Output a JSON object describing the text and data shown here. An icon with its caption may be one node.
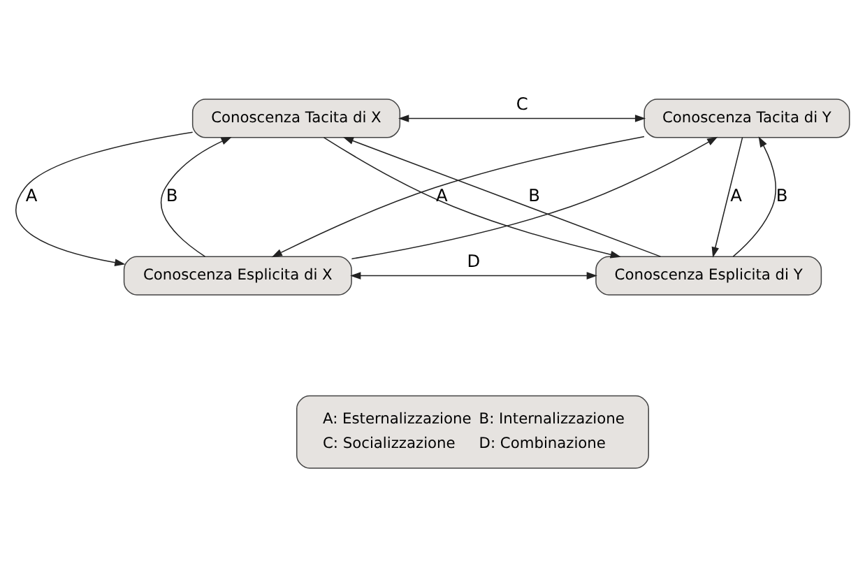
{
  "diagram": {
    "nodes": [
      {
        "text": [
          "Conoscenza Tacita di X"
        ]
      },
      {
        "text": [
          "Conoscenza Tacita di Y"
        ]
      },
      {
        "text": [
          "Conoscenza Esplicita di X"
        ]
      },
      {
        "text": [
          "Conoscenza Esplicita di Y"
        ]
      },
      {
        "text": [
          "A: Esternalizzazione",
          "B: Internalizzazione",
          "C: Socializzazione",
          "D: Combinazione"
        ]
      }
    ],
    "edges": [
      {
        "from": 0,
        "to": 1,
        "arrow": "both",
        "label": "C"
      },
      {
        "from": 0,
        "to": 2,
        "arrow": "to",
        "label": "A"
      },
      {
        "from": 2,
        "to": 0,
        "arrow": "to",
        "label": "B"
      },
      {
        "from": 3,
        "to": 0,
        "arrow": "to",
        "label": "B"
      },
      {
        "from": 0,
        "to": 3,
        "arrow": "to"
      },
      {
        "from": 2,
        "to": 1,
        "arrow": "to"
      },
      {
        "from": 1,
        "to": 2,
        "arrow": "to",
        "label": "A"
      },
      {
        "from": 1,
        "to": 3,
        "arrow": "to",
        "label": "A"
      },
      {
        "from": 3,
        "to": 1,
        "arrow": "to",
        "label": "B"
      },
      {
        "from": 2,
        "to": 3,
        "arrow": "both",
        "label": "D"
      }
    ]
  }
}
